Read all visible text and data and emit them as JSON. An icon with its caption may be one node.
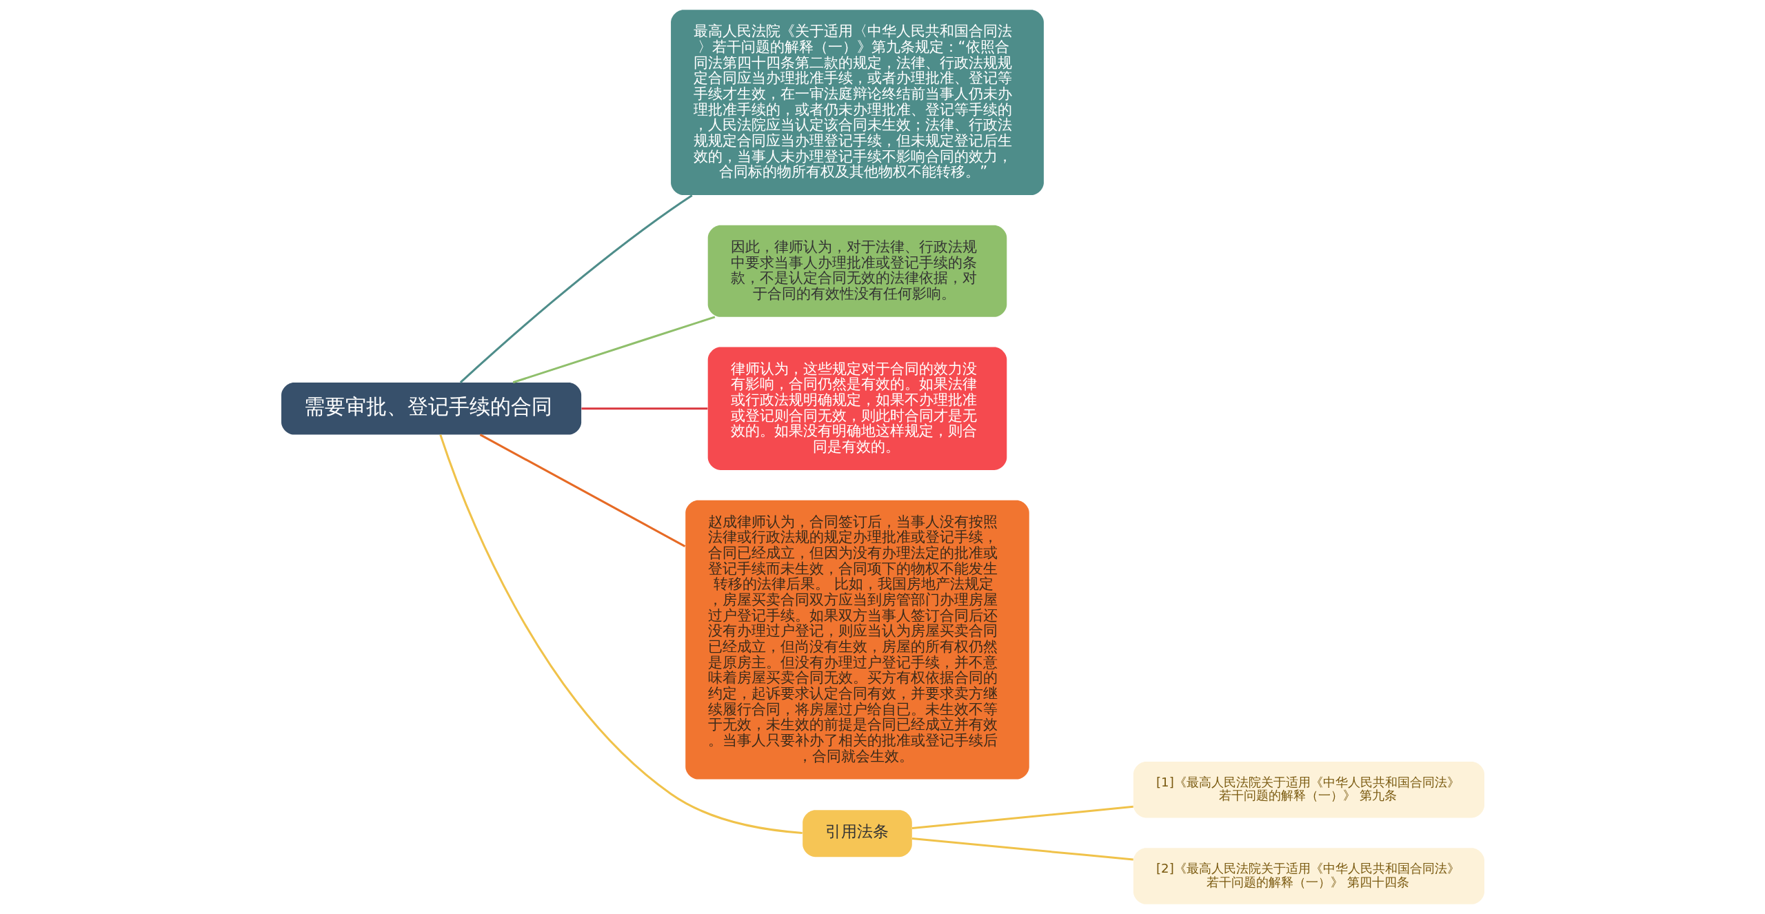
{
  "diagram": {
    "nodes": [
      {
        "text": [
          "需要审批、登记手续的合同"
        ]
      },
      {
        "text": [
          "最高人民法院《关于适用〈中华人民共和国合同法〉若干问题的解释（一）》第九条规定：“依照合同法第四十四条第二款的规定，法律、行政法规规定合同应当办理批准手续，或者办理批准、登记等手续才生效，在一审法庭辩论终结前当事人仍未办理批准手续的，或者仍未办理批准、登记等手续的，人民法院应当认定该合同未生效；法律、行政法规规定合同应当办理登记手续，但未规定登记后生效的，当事人未办理登记手续不影响合同的效力，合同标的物所有权及其他物权不能转移。”"
        ]
      },
      {
        "text": [
          "因此，律师认为，对于法律、行政法规中要求当事人办理批准或登记手续的条款，不是认定合同无效的法律依据，对于合同的有效性没有任何影响。"
        ]
      },
      {
        "text": [
          "律师认为，这些规定对于合同的效力没有影响，合同仍然是有效的。如果法律或行政法规明确规定，如果不办理批准或登记则合同无效，则此时合同才是无效的。如果没有明确地这样规定，则合同是有效的。"
        ]
      },
      {
        "text": [
          "赵成律师认为，合同签订后，当事人没有按照法律或行政法规的规定办理批准或登记手续，合同已经成立，但因为没有办理法定的批准或登记手续而未生效，合同项下的物权不能发生转移的法律后果。 比如，我国房地产法规定，房屋买卖合同双方应当到房管部门办理房屋过户登记手续。如果双方当事人签订合同后还没有办理过户登记，则应当认为房屋买卖合同已经成立，但尚没有生效，房屋的所有权仍然是原房主。但没有办理过户登记手续，并不意味着房屋买卖合同无效。买方有权依据合同的约定，起诉要求认定合同有效，并要求卖方继续履行合同，将房屋过户给自已。未生效不等于无效，未生效的前提是合同已经成立并有效。当事人只要补办了相关的批准或登记手续后，合同就会生效。"
        ]
      },
      {
        "text": [
          "引用法条"
        ]
      },
      {
        "text": [
          "[1]《最高人民法院关于适用《中华人民共和国合同法》若干问题的解释（一）》 第九条"
        ]
      },
      {
        "text": [
          "[2]《最高人民法院关于适用《中华人民共和国合同法》若干问题的解释（一）》 第四十四条"
        ]
      }
    ],
    "edges": [
      {
        "from": 0,
        "to": 1,
        "arrow": "none",
        "color": "#4e8d8a"
      },
      {
        "from": 0,
        "to": 2,
        "arrow": "none",
        "color": "#8fbf6b"
      },
      {
        "from": 0,
        "to": 3,
        "arrow": "none",
        "color": "#d9363e"
      },
      {
        "from": 0,
        "to": 4,
        "arrow": "none",
        "color": "#e66a25"
      },
      {
        "from": 0,
        "to": 5,
        "arrow": "none",
        "color": "#f0c24a"
      },
      {
        "from": 5,
        "to": 6,
        "arrow": "none",
        "color": "#f0c24a"
      },
      {
        "from": 5,
        "to": 7,
        "arrow": "none",
        "color": "#f0c24a"
      }
    ]
  }
}
